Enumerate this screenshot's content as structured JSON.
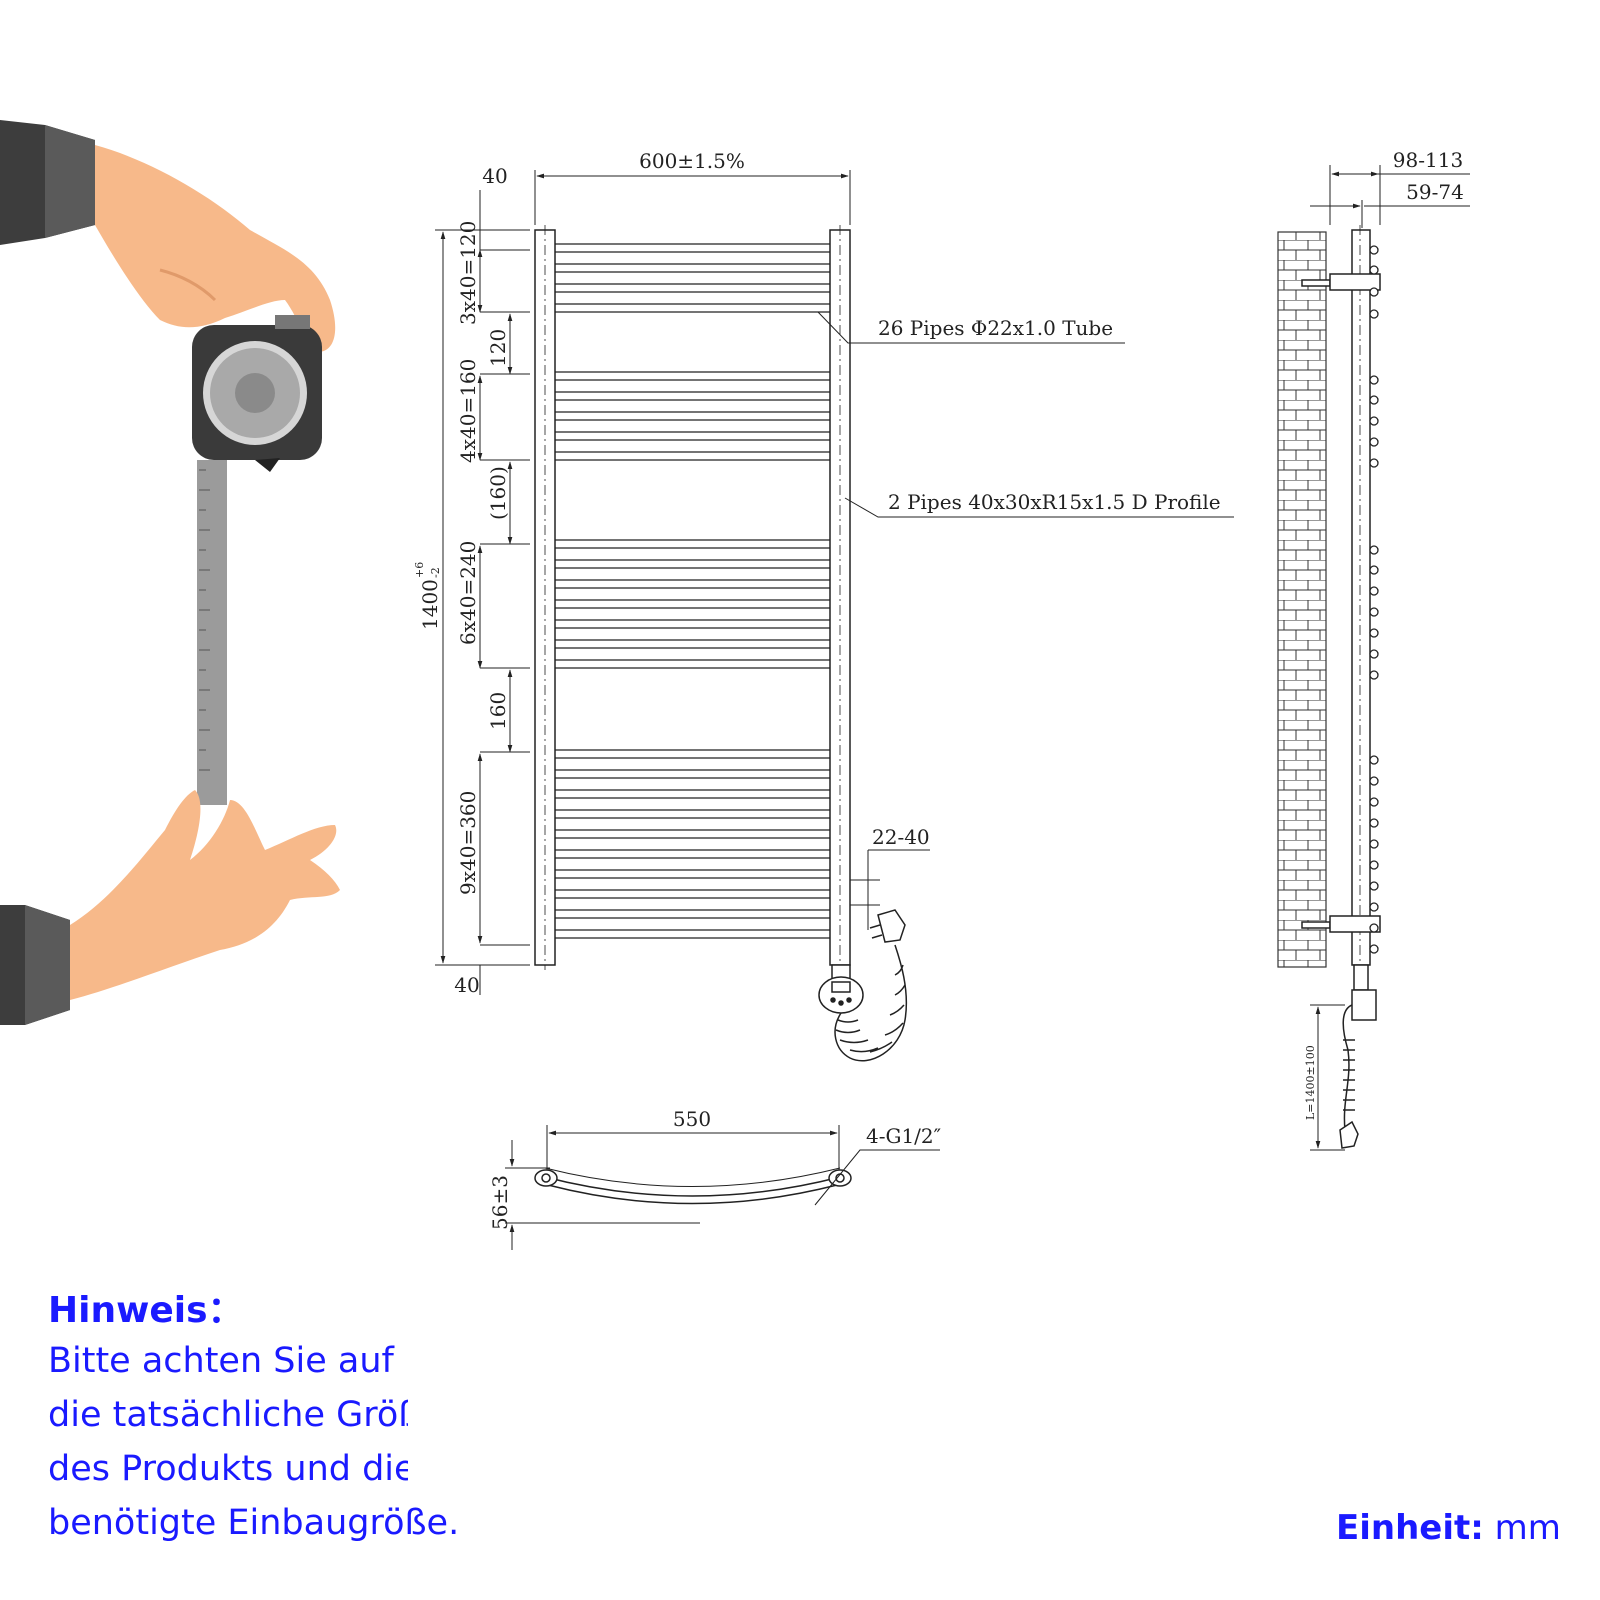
{
  "drawing": {
    "width_label": "600±1.5%",
    "top_offset": "40",
    "bottom_offset": "40",
    "height_label_main": "1400",
    "height_tol_plus": "+6",
    "height_tol_minus": "-2",
    "segments": [
      "3x40=120",
      "120",
      "4x40=160",
      "(160)",
      "6x40=240",
      "160",
      "9x40=360"
    ],
    "pipes_label": "26 Pipes Φ22x1.0 Tube",
    "profile_label": "2 Pipes 40x30xR15x1.5 D Profile",
    "element_offset": "22-40",
    "bottom_width": "550",
    "connection": "4-G1/2″",
    "bottom_depth": "56±3",
    "side_depth_outer": "98-113",
    "side_depth_inner": "59-74",
    "cable_length": "L=1400±100"
  },
  "note": {
    "title": "Hinweis：",
    "lines": [
      "Bitte achten Sie auf",
      "die tatsächliche Größe",
      "des Produkts und die",
      "benötigte Einbaugröße."
    ]
  },
  "unit": {
    "label": "Einheit:",
    "value": "mm"
  },
  "icons": [
    "hands-measuring-tape-illustration",
    "brick-wall-icon",
    "heating-element-controller-icon",
    "plug-icon"
  ],
  "colors": {
    "note_text": "#1a1aff",
    "skin": "#f7b98a",
    "sleeve": "#4a4a4a"
  }
}
